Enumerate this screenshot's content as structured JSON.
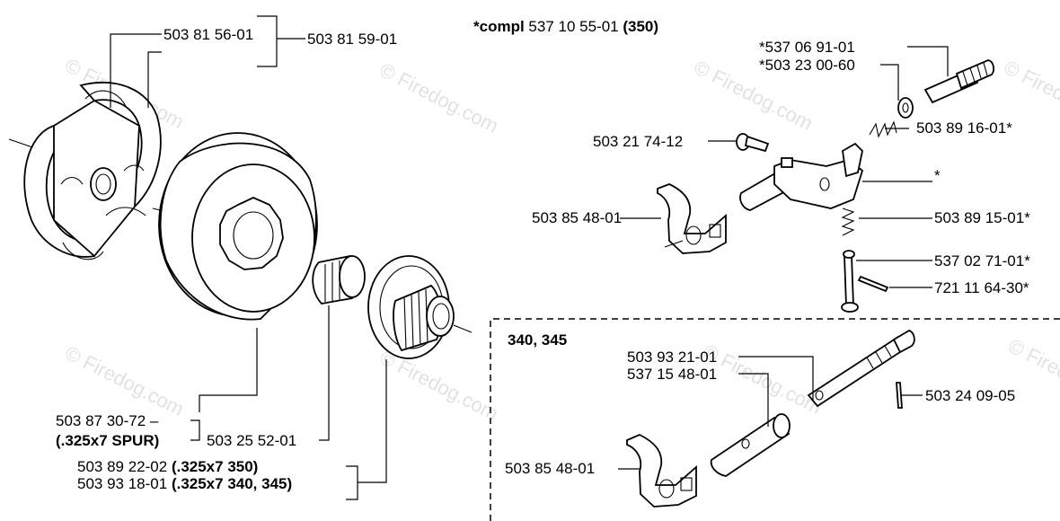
{
  "watermark": "© Firedog.com",
  "header": {
    "prefix": "*compl",
    "number": "537 10 55-01",
    "model": "(350)"
  },
  "section_label": "340, 345",
  "left_labels": {
    "p1": "503 81 56-01",
    "p2": "503 81 59-01",
    "p3": "503 87 30-72 –",
    "p3_note": "(.325x7 SPUR)",
    "p4": "503 25 52-01",
    "p5_num": "503 89 22-02",
    "p5_note": "(.325x7  350)",
    "p6_num": "503 93 18-01",
    "p6_note": "(.325x7  340, 345)"
  },
  "right_labels": {
    "r1": "*537 06 91-01",
    "r2": "*503 23 00-60",
    "r3": "503 89 16-01*",
    "r4": "503 21 74-12",
    "r5": "*",
    "r6": "503 85 48-01",
    "r7": "503 89 15-01*",
    "r8": "537 02 71-01*",
    "r9": "721 11 64-30*"
  },
  "lower_right_labels": {
    "s1": "503 93 21-01",
    "s2": "537 15 48-01",
    "s3": "503 24 09-05",
    "s4": "503 85 48-01"
  }
}
